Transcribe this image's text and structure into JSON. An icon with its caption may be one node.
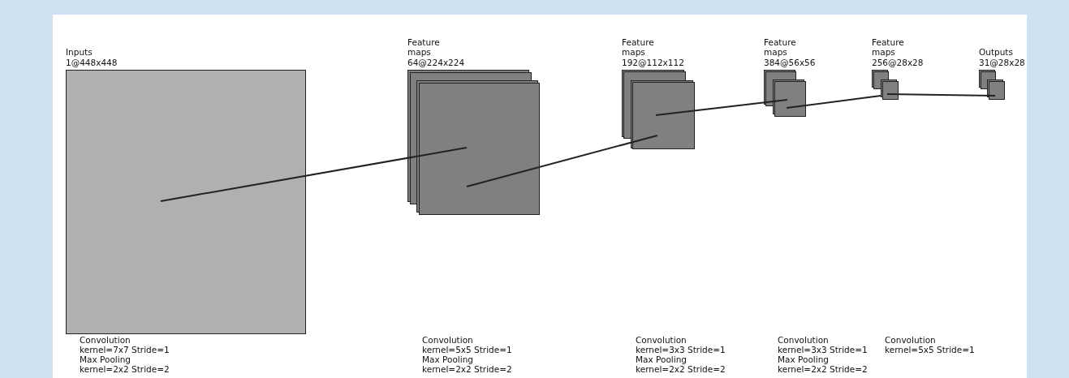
{
  "diagram": {
    "nodes": [
      {
        "text": [
          "Inputs",
          "1@448x448"
        ]
      },
      {
        "text": [
          "Feature maps",
          "64@224x224"
        ]
      },
      {
        "text": [
          "Feature maps",
          "192@112x112"
        ]
      },
      {
        "text": [
          "Feature maps",
          "384@56x56"
        ]
      },
      {
        "text": [
          "Feature maps",
          "256@28x28"
        ]
      },
      {
        "text": [
          "Outputs",
          "31@28x28"
        ]
      }
    ],
    "edges": [
      {
        "from": 0,
        "to": 1,
        "arrow": "none"
      },
      {
        "from": 1,
        "to": 2,
        "arrow": "none"
      },
      {
        "from": 2,
        "to": 3,
        "arrow": "none"
      },
      {
        "from": 3,
        "to": 4,
        "arrow": "none"
      },
      {
        "from": 4,
        "to": 5,
        "arrow": "none"
      }
    ],
    "labels": [
      "Convolution",
      "kernel=7x7 Stride=1",
      "Max Pooling",
      "kernel=2x2 Stride=2",
      "Convolution",
      "kernel=5x5 Stride=1",
      "Max Pooling",
      "kernel=2x2 Stride=2",
      "Convolution",
      "kernel=3x3 Stride=1",
      "Max Pooling",
      "kernel=2x2 Stride=2",
      "Convolution",
      "kernel=3x3 Stride=1",
      "Max Pooling",
      "kernel=2x2 Stride=2",
      "Convolution",
      "kernel=5x5 Stride=1"
    ]
  }
}
